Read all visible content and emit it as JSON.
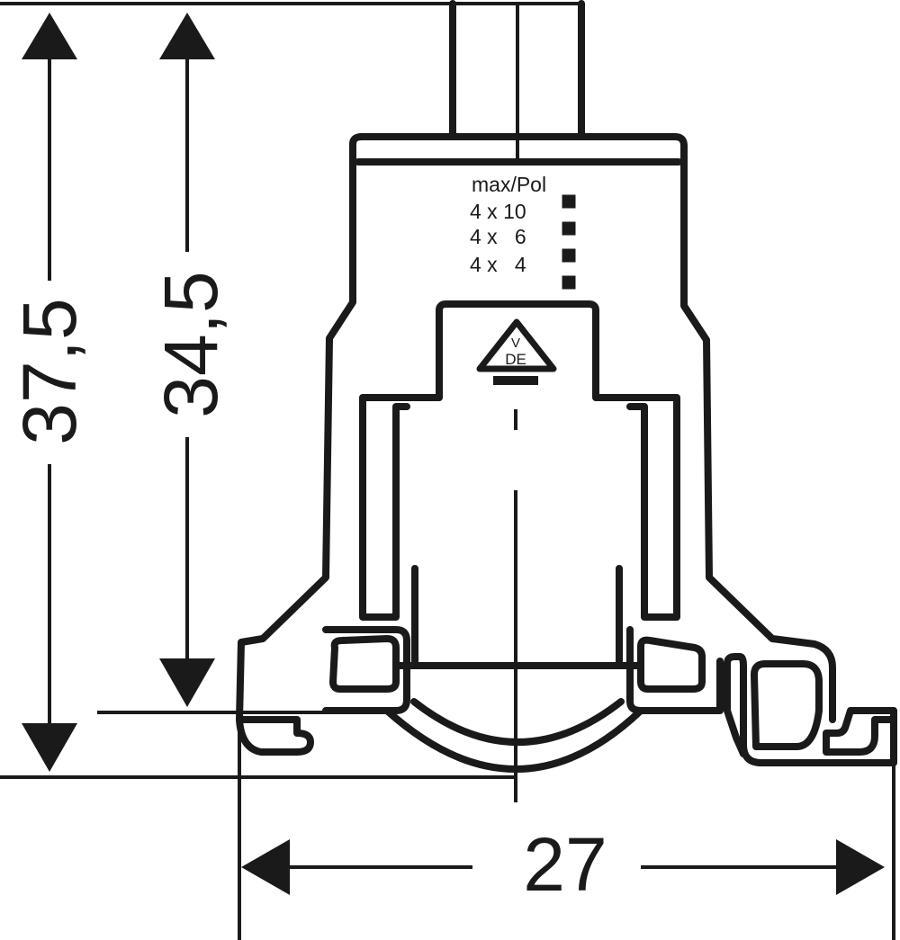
{
  "dimensions": {
    "height_outer": "37,5",
    "height_inner": "34,5",
    "width": "27"
  },
  "label": {
    "title": "max/Pol",
    "rows": [
      "4 x 10",
      "4 x   6",
      "4 x   4"
    ]
  },
  "mark": {
    "top": "V",
    "bottom": "DE"
  },
  "colors": {
    "line": "#1a1a1a",
    "background": "#ffffff"
  }
}
